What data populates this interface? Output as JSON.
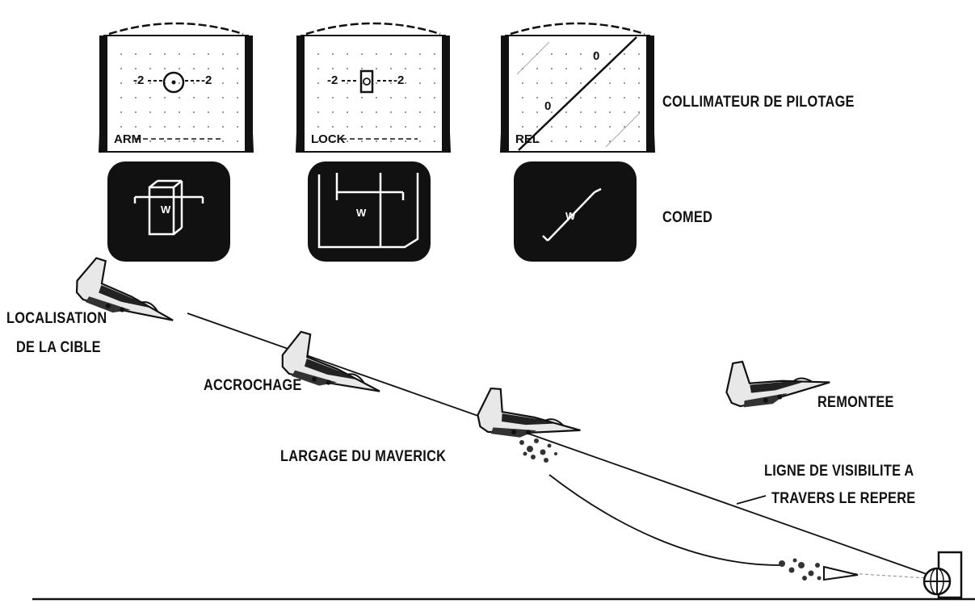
{
  "row_labels": {
    "collimateur": "COLLIMATEUR DE PILOTAGE",
    "comed": "COMED"
  },
  "hud_modes": [
    {
      "mode": "ARM",
      "left_tick": "-2",
      "right_tick": "-2"
    },
    {
      "mode": "LOCK",
      "left_tick": "-2",
      "right_tick": "-2"
    },
    {
      "mode": "REL",
      "marker_top": "0",
      "marker_low": "0"
    }
  ],
  "phases": {
    "localisation_line1": "LOCALISATION",
    "localisation_line2": "DE LA CIBLE",
    "accrochage": "ACCROCHAGE",
    "largage": "LARGAGE DU MAVERICK",
    "remontee": "REMONTEE",
    "ligne_line1": "LIGNE DE VISIBILITE A",
    "ligne_line2": "TRAVERS LE REPERE"
  },
  "comed_symbol": "W"
}
